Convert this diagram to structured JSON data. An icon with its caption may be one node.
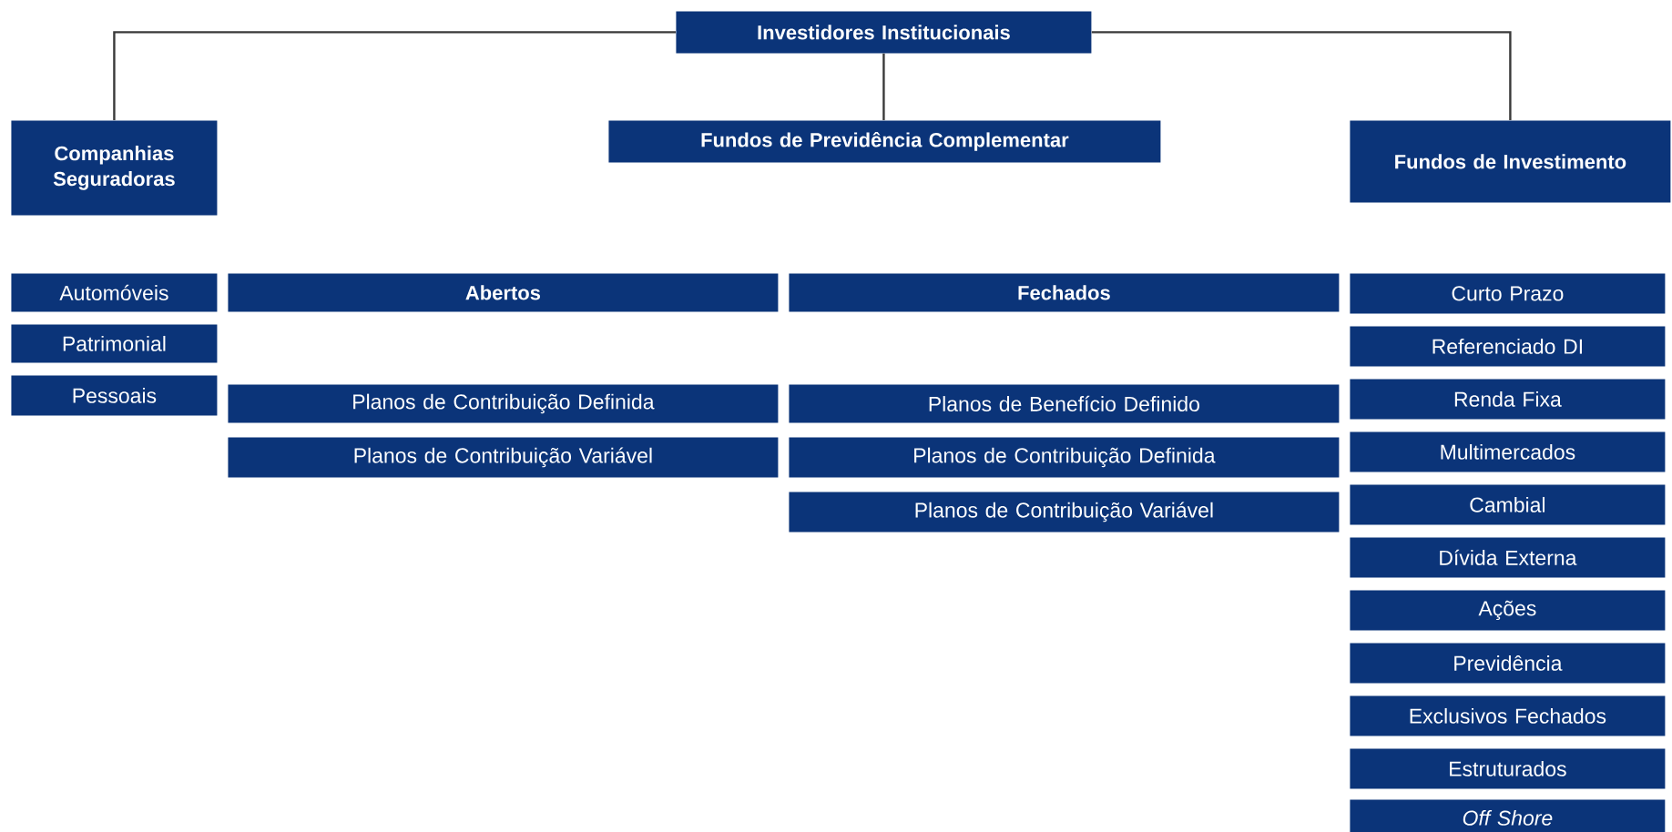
{
  "diagram": {
    "nodes": [
      {
        "text": [
          "Investidores Institucionais"
        ]
      },
      {
        "text": [
          "Companhias Seguradoras"
        ]
      },
      {
        "text": [
          "Fundos de Previdência Complementar"
        ]
      },
      {
        "text": [
          "Fundos de Investimento"
        ]
      },
      {
        "text": [
          "Automóveis"
        ]
      },
      {
        "text": [
          "Patrimonial"
        ]
      },
      {
        "text": [
          "Pessoais"
        ]
      },
      {
        "text": [
          "Abertos"
        ]
      },
      {
        "text": [
          "Planos de Contribuição Definida"
        ]
      },
      {
        "text": [
          "Planos de Contribuição Variável"
        ]
      },
      {
        "text": [
          "Fechados"
        ]
      },
      {
        "text": [
          "Planos de Benefício Definido"
        ]
      },
      {
        "text": [
          "Planos de Contribuição Definida"
        ]
      },
      {
        "text": [
          "Planos de Contribuição Variável"
        ]
      },
      {
        "text": [
          "Curto Prazo"
        ]
      },
      {
        "text": [
          "Referenciado DI"
        ]
      },
      {
        "text": [
          "Renda Fixa"
        ]
      },
      {
        "text": [
          "Multimercados"
        ]
      },
      {
        "text": [
          "Cambial"
        ]
      },
      {
        "text": [
          "Dívida Externa"
        ]
      },
      {
        "text": [
          "Ações"
        ]
      },
      {
        "text": [
          "Previdência"
        ]
      },
      {
        "text": [
          "Exclusivos Fechados"
        ]
      },
      {
        "text": [
          "Estruturados"
        ]
      },
      {
        "text": [
          "Off Shore"
        ]
      }
    ],
    "edges": [
      {
        "from": 0,
        "to": 1,
        "arrow": "none"
      },
      {
        "from": 0,
        "to": 2,
        "arrow": "none"
      },
      {
        "from": 0,
        "to": 3,
        "arrow": "none"
      }
    ]
  }
}
